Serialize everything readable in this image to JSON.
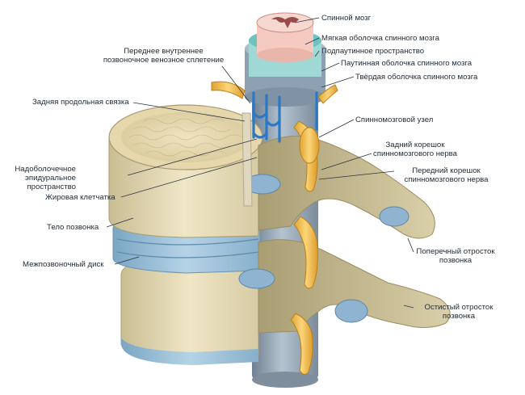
{
  "labels": {
    "spinal_cord": "Спинной мозг",
    "pia_mater": "Мягкая оболочка спинного мозга",
    "subarachnoid_space": "Подпаутинное пространство",
    "arachnoid": "Паутинная оболочка спинного мозга",
    "dura_mater": "Твёрдая оболочка спинного мозга",
    "venous_plexus": [
      "Переднее внутреннее",
      "позвоночное венозное сплетение"
    ],
    "posterior_ligament": "Задняя продольная связка",
    "spinal_ganglion": "Спинномозговой узел",
    "dorsal_root": [
      "Задний корешок",
      "спинномозгового нерва"
    ],
    "ventral_root": [
      "Передний корешок",
      "спинномозгового нерва"
    ],
    "epidural_space": [
      "Надоболочечное",
      "эпидуральное",
      "пространство"
    ],
    "fat_tissue": "Жировая клетчатка",
    "vertebral_body": "Тело позвонка",
    "disc": "Межпозвоночный диск",
    "transverse_process": [
      "Поперечный отросток",
      "позвонка"
    ],
    "spinous_process": [
      "Остистый отросток",
      "позвонка"
    ]
  }
}
